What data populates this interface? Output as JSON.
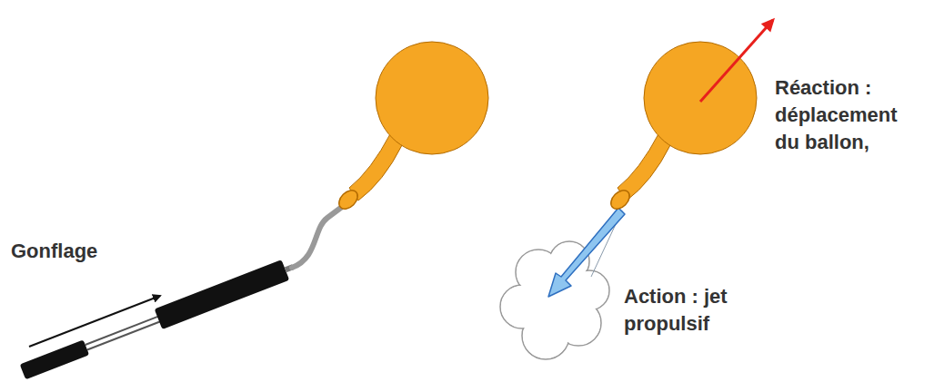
{
  "diagram": {
    "labels": [
      "Gonflage",
      "Réaction : déplacement du ballon,",
      "Action : jet propulsif"
    ]
  }
}
